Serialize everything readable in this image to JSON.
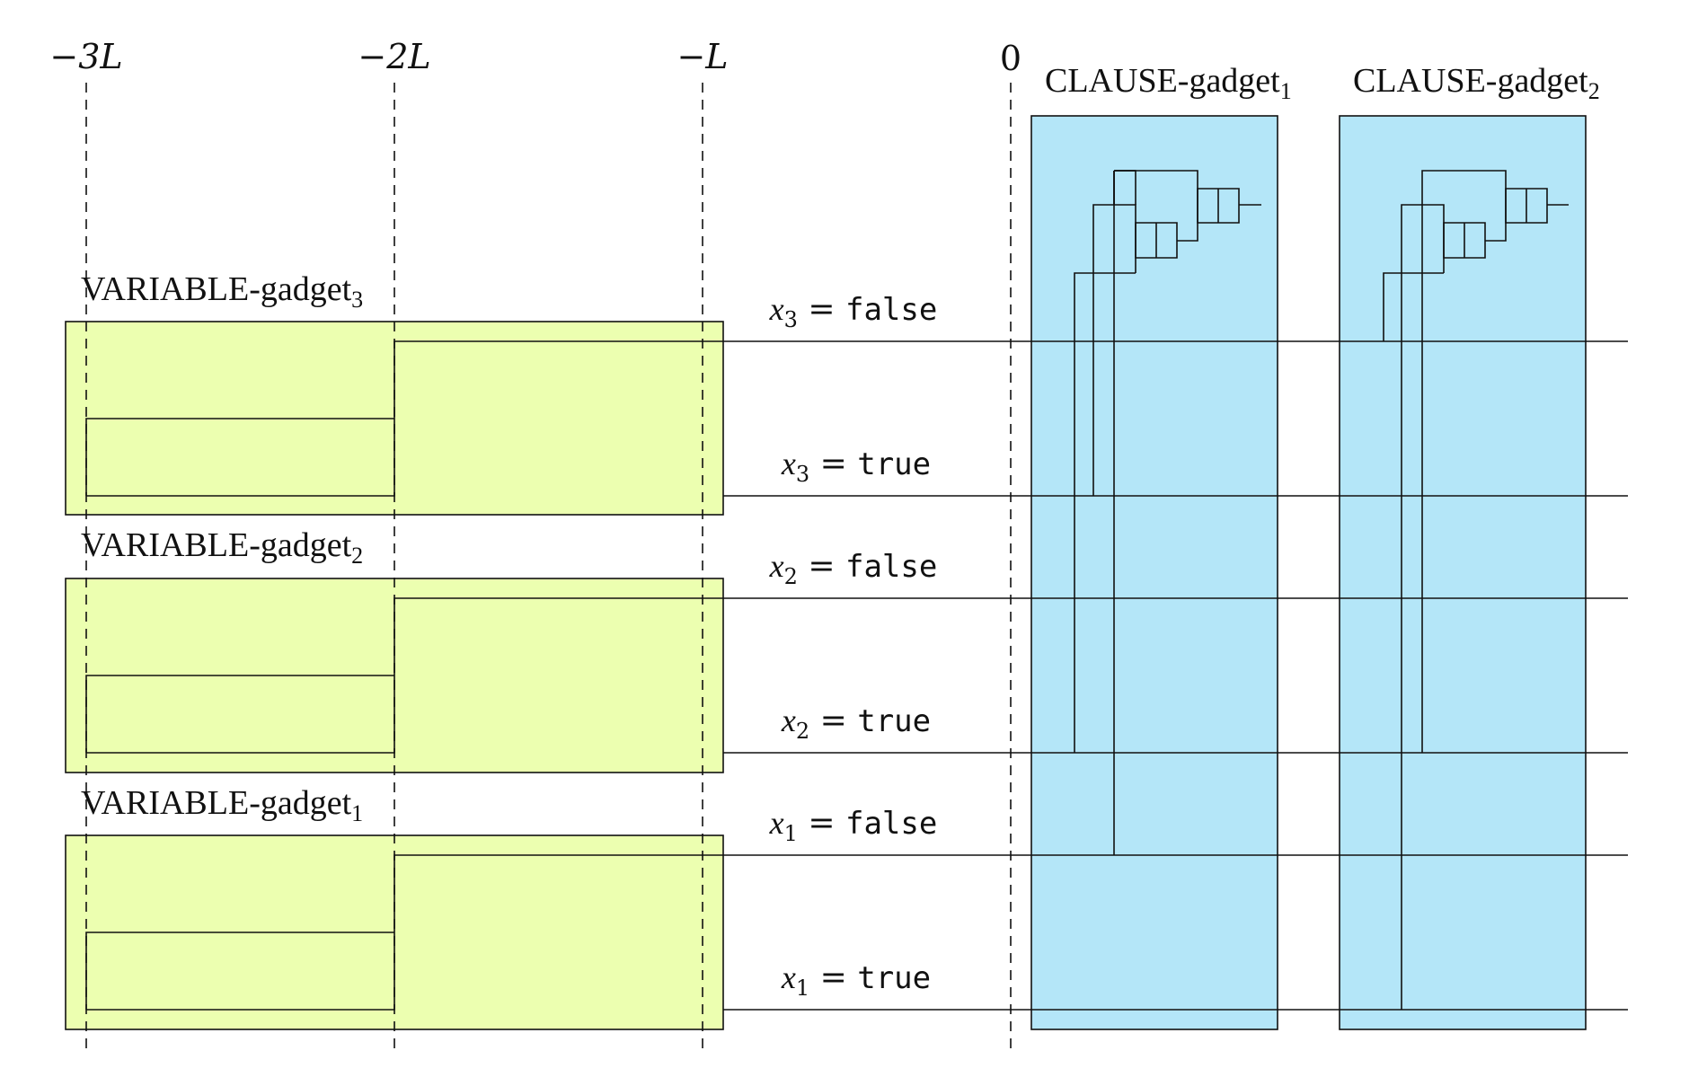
{
  "axis": {
    "ticks": [
      "−3L",
      "−2L",
      "−L",
      "0"
    ]
  },
  "variable_gadgets": [
    {
      "name": "VARIABLE-gadget",
      "index": "3"
    },
    {
      "name": "VARIABLE-gadget",
      "index": "2"
    },
    {
      "name": "VARIABLE-gadget",
      "index": "1"
    }
  ],
  "clause_gadgets": [
    {
      "name": "CLAUSE-gadget",
      "index": "1"
    },
    {
      "name": "CLAUSE-gadget",
      "index": "2"
    }
  ],
  "wires": [
    {
      "var": "x",
      "index": "3",
      "eq": " = ",
      "value": "false"
    },
    {
      "var": "x",
      "index": "3",
      "eq": " = ",
      "value": "true"
    },
    {
      "var": "x",
      "index": "2",
      "eq": " = ",
      "value": "false"
    },
    {
      "var": "x",
      "index": "2",
      "eq": " = ",
      "value": "true"
    },
    {
      "var": "x",
      "index": "1",
      "eq": " = ",
      "value": "false"
    },
    {
      "var": "x",
      "index": "1",
      "eq": " = ",
      "value": "true"
    }
  ],
  "colors": {
    "variable_fill": "#ecffb0",
    "clause_fill": "#b4e6f8",
    "stroke": "#111111"
  }
}
